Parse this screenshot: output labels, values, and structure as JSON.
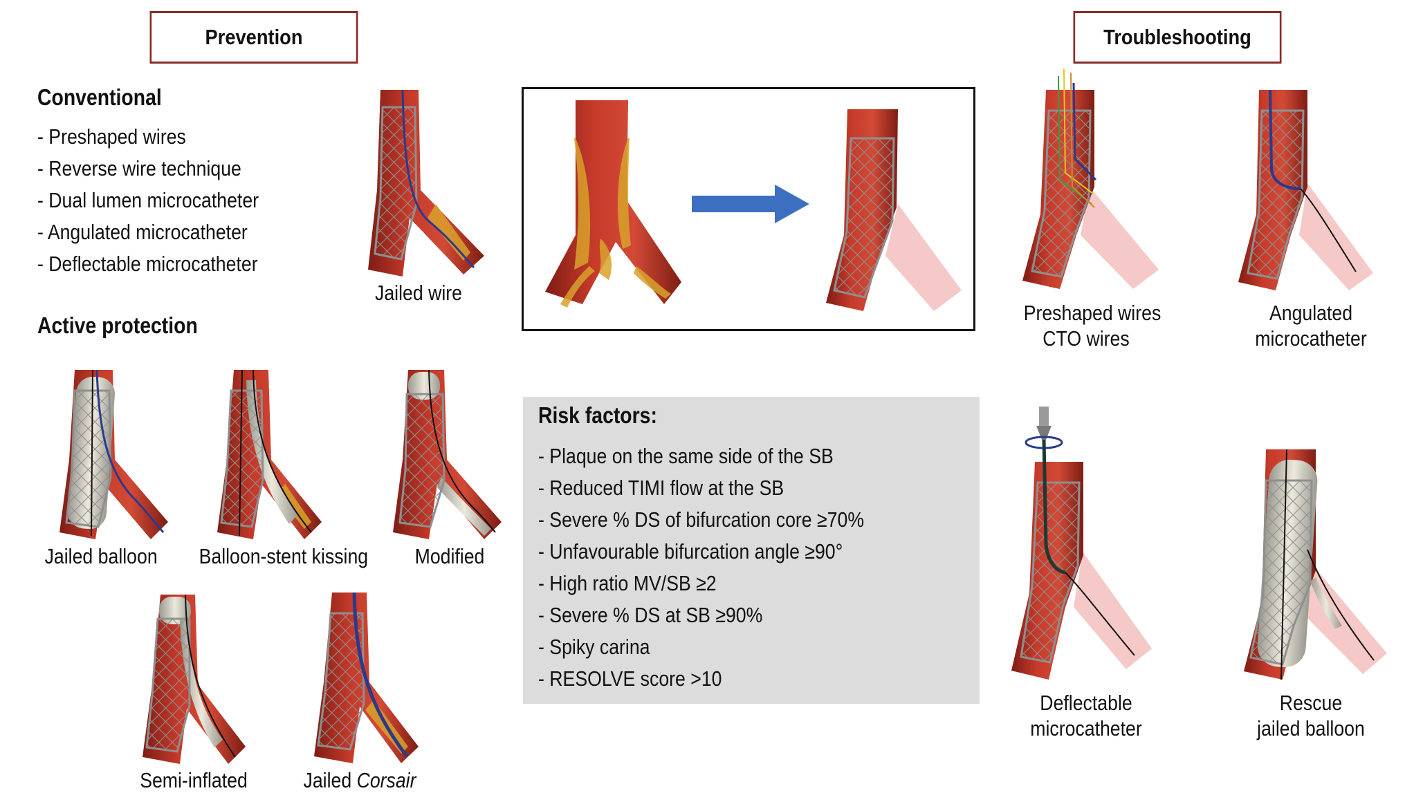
{
  "prevention": {
    "header": "Prevention",
    "conventional": {
      "title": "Conventional",
      "items": [
        "- Preshaped wires",
        "- Reverse wire technique",
        "- Dual lumen microcatheter",
        "- Angulated microcatheter",
        "- Deflectable microcatheter"
      ]
    },
    "jailed_wire_caption": "Jailed wire",
    "active_protection": {
      "title": "Active protection",
      "captions": {
        "jailed_balloon": "Jailed balloon",
        "balloon_stent_kissing": "Balloon-stent kissing",
        "modified": "Modified",
        "semi_inflated": "Semi-inflated",
        "jailed_corsair_prefix": "Jailed ",
        "jailed_corsair_italic": "Corsair"
      }
    }
  },
  "risk_factors": {
    "title": "Risk factors:",
    "items": [
      "- Plaque on the same side of the SB",
      "- Reduced TIMI flow at the SB",
      "- Severe % DS of bifurcation core ≥70%",
      "- Unfavourable bifurcation angle ≥90°",
      "- High ratio MV/SB ≥2",
      "- Severe % DS at SB ≥90%",
      "- Spiky carina",
      "- RESOLVE score >10"
    ]
  },
  "troubleshooting": {
    "header": "Troubleshooting",
    "captions": {
      "preshaped_line1": "Preshaped wires",
      "preshaped_line2": "CTO wires",
      "angulated_line1": "Angulated",
      "angulated_line2": "microcatheter",
      "deflectable_line1": "Deflectable",
      "deflectable_line2": "microcatheter",
      "rescue_line1": "Rescue",
      "rescue_line2": "jailed balloon"
    }
  },
  "colors": {
    "header_border": "#8b2a26",
    "vessel": "#c63a2a",
    "vessel_dark": "#7e1d14",
    "occluded_branch": "#f5c9c8",
    "plaque": "#d8a12c",
    "stent": "#8f8f8f",
    "arrow": "#3d6fc0",
    "risk_box": "#dcdcdc"
  }
}
